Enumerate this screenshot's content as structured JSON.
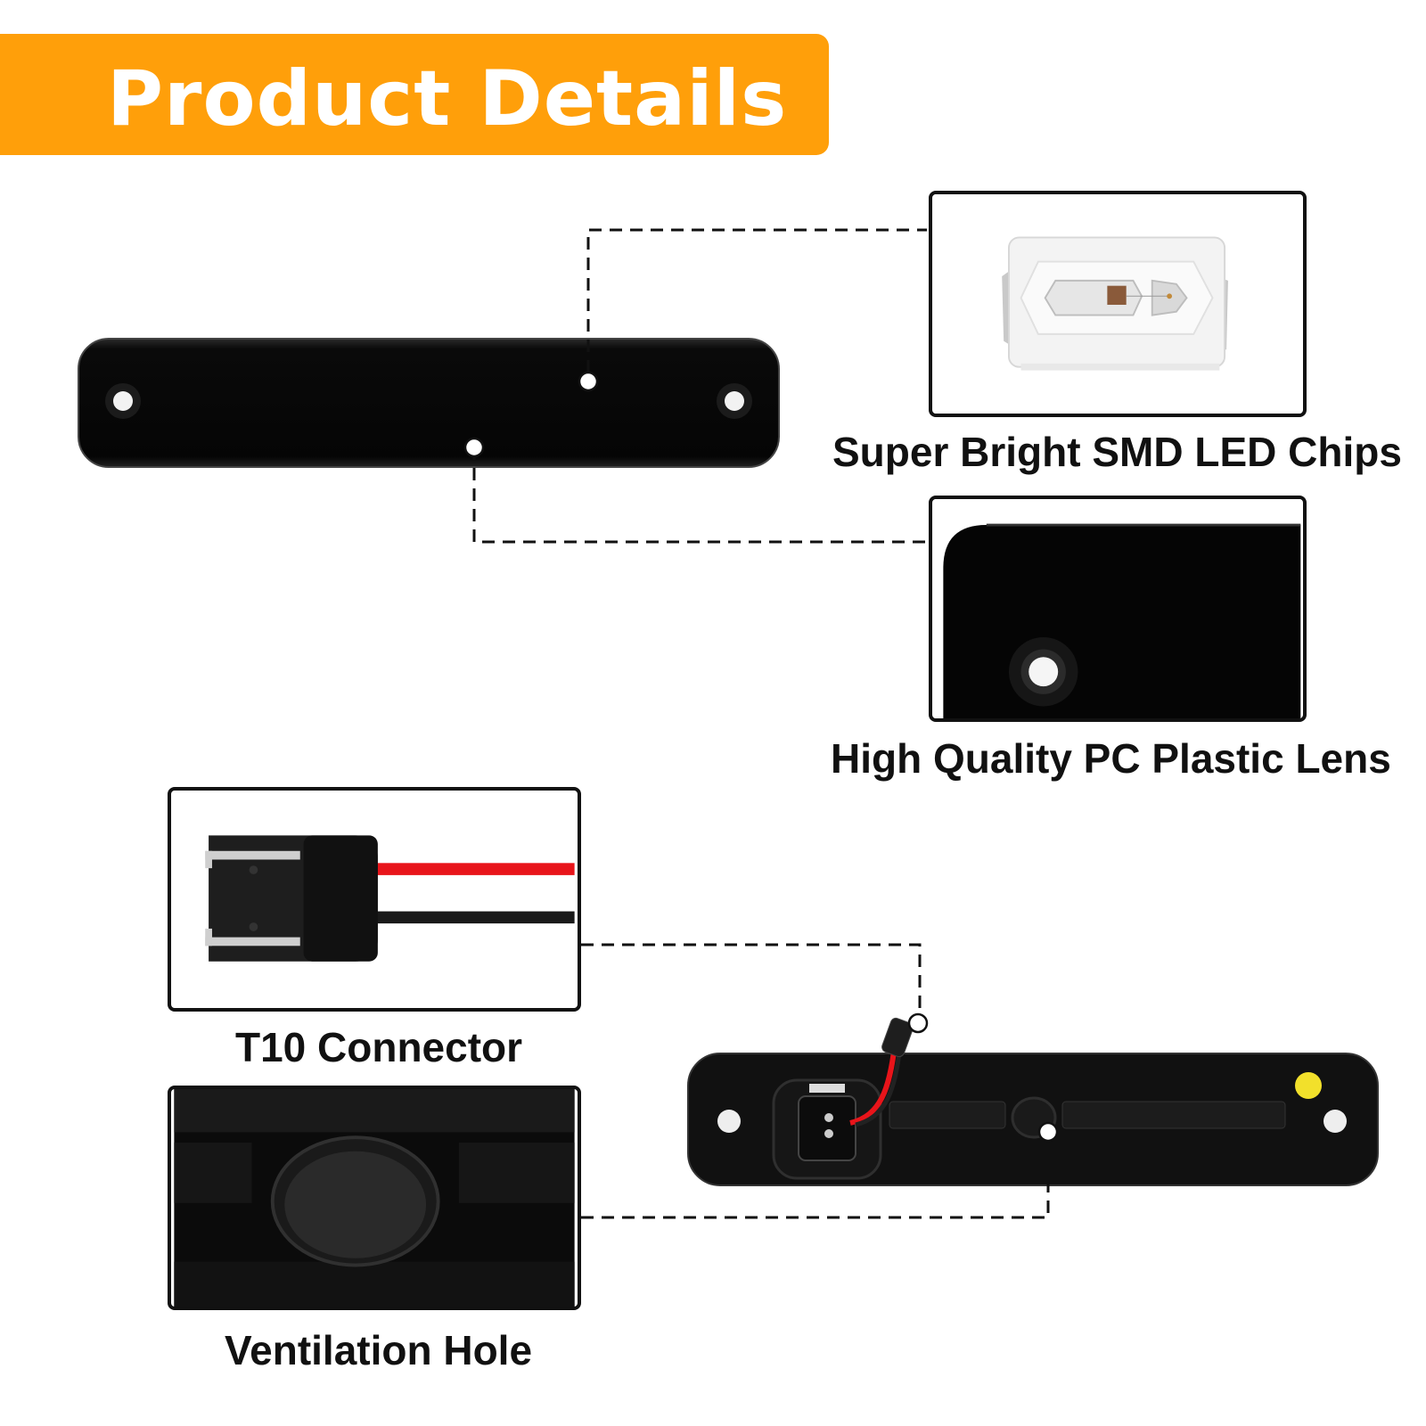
{
  "header": {
    "title": "Product Details"
  },
  "colors": {
    "accent": "#FF9F0A",
    "red_wire": "#E8141A",
    "black_wire": "#1a1a1a",
    "lens_black": "#050505",
    "marker_yellow": "#F2E02B"
  },
  "callouts": [
    {
      "id": "led",
      "caption": "Super Bright SMD LED Chips",
      "icon": "smd-led-chip-image"
    },
    {
      "id": "lens",
      "caption": "High Quality PC Plastic Lens",
      "icon": "lens-closeup-image"
    },
    {
      "id": "connector",
      "caption": "T10 Connector",
      "icon": "t10-connector-image"
    },
    {
      "id": "vent",
      "caption": "Ventilation Hole",
      "icon": "ventilation-hole-image"
    }
  ]
}
